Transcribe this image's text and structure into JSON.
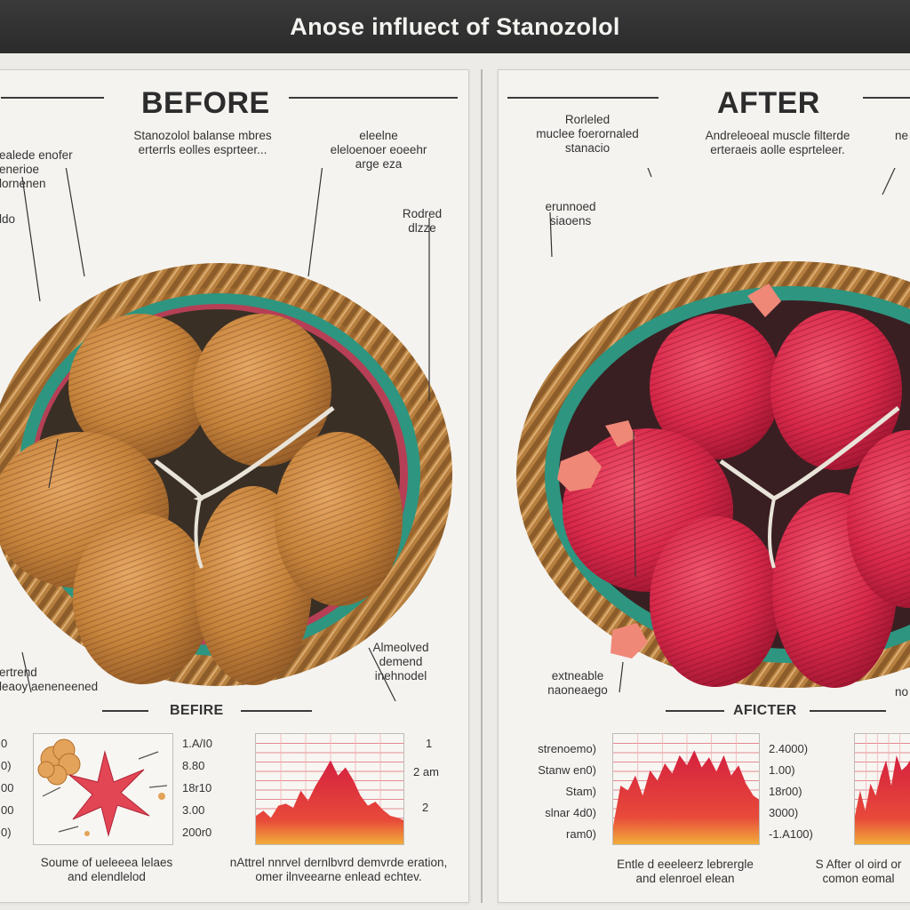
{
  "title": "Anose influect of Stanozolol",
  "before": {
    "heading": "BEFORE",
    "callouts": [
      "Stanozolol balanse mbres\nerterrls eolles esprteer...",
      "eleelne\neleloenoer eoeehr\narge eza",
      "ealede enofer\nenerioe\nlornenen",
      "ldo",
      "Rodred\ndlzze",
      "ertrend\nleaoy aeneneened",
      "Almeolved\ndemend\ninehnodel"
    ],
    "sub_heading": "BEFIRE",
    "left_scale": [
      "0",
      "0)",
      "00",
      "00",
      "0)"
    ],
    "right_scale": [
      "1.A/I0",
      "8.80",
      "18r10",
      "3.00",
      "200r0"
    ],
    "right_axis": [
      "1",
      "2 am",
      "2"
    ],
    "caption_left": "Soume of ueleeea lelaes\nand elendlelod",
    "caption_right": "nAttrel nnrvel dernlbvrd demvrde eration,\nomer ilnveearne enlead echtev."
  },
  "after": {
    "heading": "AFTER",
    "callouts": [
      "Rorleled\nmuclee foerornaled\nstanacio",
      "Andreleoeal muscle filterde\nerteraeis aolle esprteleer.",
      "erunnoed\nsiaoens",
      "extneable\nnaoneaego",
      "ne",
      "no"
    ],
    "sub_heading": "AFICTER",
    "left_scale": [
      "strenoemo)",
      "Stanw en0)",
      "Stam)",
      "slnar 4d0)",
      "ram0)"
    ],
    "right_scale": [
      "2.4000)",
      "1.00)",
      "18r00)",
      "3000)",
      "-1.A100)"
    ],
    "caption_left": "Entle d eeeleerz lebrergle\nand elenroel elean",
    "caption_right": "S After ol oird or\ncomon eomal"
  },
  "chart_data": [
    {
      "type": "area",
      "title": "",
      "series": [
        {
          "values": [
            0.3,
            0.35,
            0.28,
            0.4,
            0.42,
            0.38,
            0.55,
            0.45,
            0.6,
            0.72,
            0.85,
            0.7,
            0.78,
            0.66,
            0.5,
            0.4,
            0.44,
            0.36,
            0.3,
            0.28,
            0.25
          ]
        }
      ]
    },
    {
      "type": "area",
      "title": "",
      "series": [
        {
          "values": [
            0.2,
            0.6,
            0.55,
            0.7,
            0.5,
            0.75,
            0.65,
            0.82,
            0.72,
            0.9,
            0.8,
            0.95,
            0.78,
            0.88,
            0.74,
            0.9,
            0.7,
            0.8,
            0.62,
            0.5,
            0.45
          ]
        }
      ]
    },
    {
      "type": "area",
      "title": "",
      "series": [
        {
          "values": [
            0.3,
            0.55,
            0.35,
            0.62,
            0.5,
            0.7,
            0.85,
            0.6,
            0.9,
            0.75,
            0.8,
            0.88,
            0.65,
            0.55
          ]
        }
      ]
    }
  ],
  "colors": {
    "tan_muscle": "#c9873f",
    "red_muscle": "#d8294a",
    "teal": "#2f9c86",
    "rope": "#b9853f"
  }
}
